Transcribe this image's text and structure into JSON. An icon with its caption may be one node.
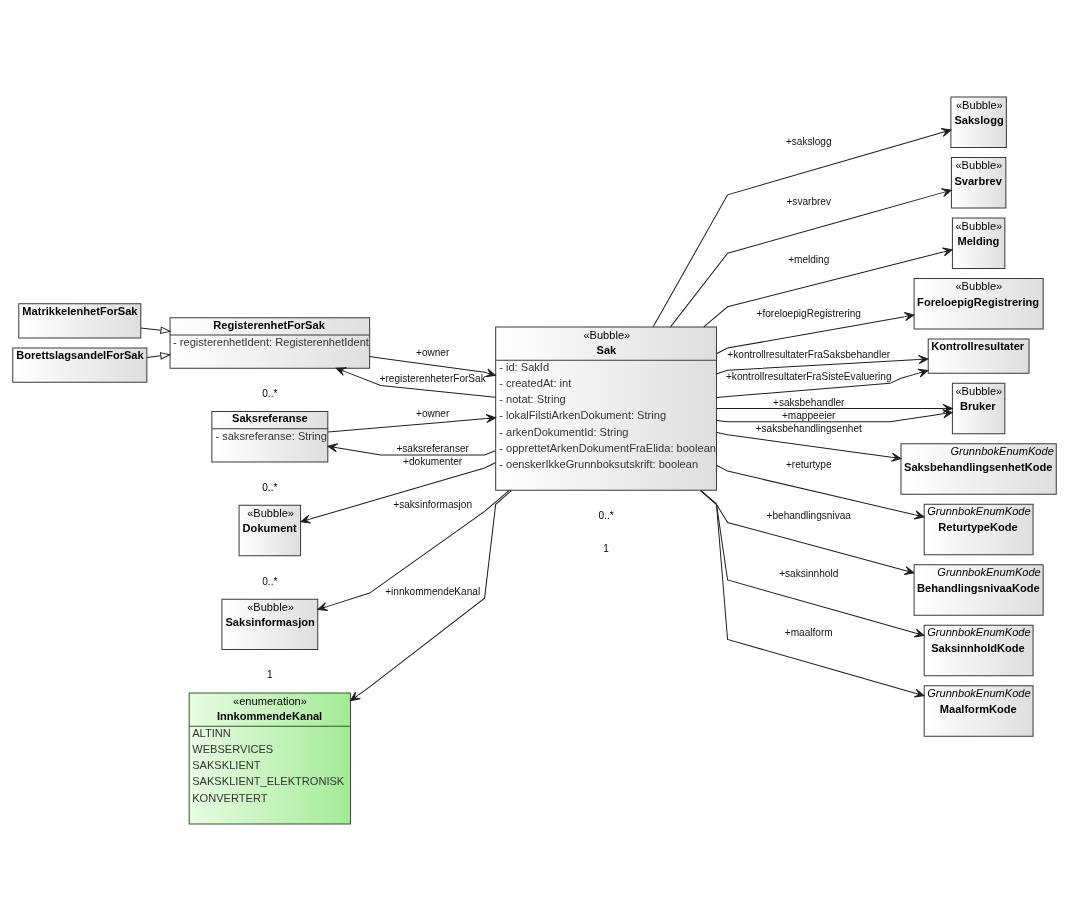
{
  "diagram": {
    "nodes": [
      {
        "text": [
          "MatrikkelenhetForSak"
        ]
      },
      {
        "text": [
          "BorettslagsandelForSak"
        ]
      },
      {
        "text": [
          "«Bubble»",
          "Sakslogg"
        ]
      },
      {
        "text": [
          "«Bubble»",
          "Svarbrev"
        ]
      },
      {
        "text": [
          "RegisterenhetForSak",
          "- registerenhetIdent: RegisterenhetIdent"
        ]
      },
      {
        "text": [
          "«Bubble»",
          "Melding"
        ]
      },
      {
        "text": [
          "«Bubble»",
          "Sak",
          "- id: SakId",
          "- createdAt: int",
          "- notat: String",
          "- lokalFilstiArkenDokument: String",
          "- arkenDokumentId: String",
          "- opprettetArkenDokumentFraElida: boolean",
          "- oenskerIkkeGrunnboksutskrift: boolean"
        ]
      },
      {
        "text": [
          "Saksreferanse",
          "- saksreferanse: String"
        ]
      },
      {
        "text": [
          "«Bubble»",
          "ForeloepigRegistrering"
        ]
      },
      {
        "text": [
          "«Bubble»",
          "Dokument"
        ]
      },
      {
        "text": [
          "Kontrollresultater"
        ]
      },
      {
        "text": [
          "«Bubble»",
          "Saksinformasjon"
        ]
      },
      {
        "text": [
          "«Bubble»",
          "Bruker"
        ]
      },
      {
        "text": [
          "«enumeration»",
          "InnkommendeKanal",
          "ALTINN",
          "WEBSERVICES",
          "SAKSKLIENT",
          "SAKSKLIENT_ELEKTRONISK",
          "KONVERTERT"
        ]
      },
      {
        "text": [
          "GrunnbokEnumKode",
          "SaksbehandlingsenhetKode"
        ]
      },
      {
        "text": [
          "GrunnbokEnumKode",
          "ReturtypeKode"
        ]
      },
      {
        "text": [
          "GrunnbokEnumKode",
          "BehandlingsnivaaKode"
        ]
      },
      {
        "text": [
          "GrunnbokEnumKode",
          "SaksinnholdKode"
        ]
      },
      {
        "text": [
          "GrunnbokEnumKode",
          "MaalformKode"
        ]
      }
    ],
    "edges": [
      {
        "from": 0,
        "to": 4,
        "arrow": "to"
      },
      {
        "from": 1,
        "to": 4,
        "arrow": "to"
      },
      {
        "from": 6,
        "to": 2,
        "arrow": "to",
        "label": "+sakslogg"
      },
      {
        "from": 6,
        "to": 3,
        "arrow": "to",
        "label": "+svarbrev"
      },
      {
        "from": 4,
        "to": 6,
        "arrow": "to",
        "label": "+owner"
      },
      {
        "from": 6,
        "to": 4,
        "arrow": "to",
        "label": "+registerenheterForSak"
      },
      {
        "from": 6,
        "to": 5,
        "arrow": "to",
        "label": "+melding"
      },
      {
        "from": 6,
        "to": 7,
        "arrow": "to",
        "label": "+saksreferanser"
      },
      {
        "from": 7,
        "to": 6,
        "arrow": "to",
        "label": "+owner"
      },
      {
        "from": 6,
        "to": 8,
        "arrow": "to",
        "label": "+foreloepigRegistrering"
      },
      {
        "from": 6,
        "to": 9,
        "arrow": "to",
        "label": "+dokumenter"
      },
      {
        "from": 6,
        "to": 10,
        "arrow": "to",
        "label": "+kontrollresultaterFraSaksbehandler"
      },
      {
        "from": 6,
        "to": 10,
        "arrow": "to",
        "label": "+kontrollresultaterFraSisteEvaluering"
      },
      {
        "from": 6,
        "to": 11,
        "arrow": "to",
        "label": "+saksinformasjon"
      },
      {
        "from": 6,
        "to": 12,
        "arrow": "to",
        "label": "+saksbehandler"
      },
      {
        "from": 6,
        "to": 12,
        "arrow": "to",
        "label": "+mappeeier"
      },
      {
        "from": 6,
        "to": 13,
        "arrow": "to",
        "label": "+innkommendeKanal"
      },
      {
        "from": 6,
        "to": 14,
        "arrow": "to",
        "label": "+saksbehandlingsenhet"
      },
      {
        "from": 6,
        "to": 15,
        "arrow": "to",
        "label": "+returtype"
      },
      {
        "from": 6,
        "to": 16,
        "arrow": "to",
        "label": "+behandlingsnivaa"
      },
      {
        "from": 6,
        "to": 17,
        "arrow": "to",
        "label": "+saksinnhold"
      },
      {
        "from": 6,
        "to": 18,
        "arrow": "to",
        "label": "+maalform"
      }
    ],
    "labels": [
      "0..*",
      "0..*",
      "0..*",
      "0..*",
      "1",
      "1"
    ]
  }
}
